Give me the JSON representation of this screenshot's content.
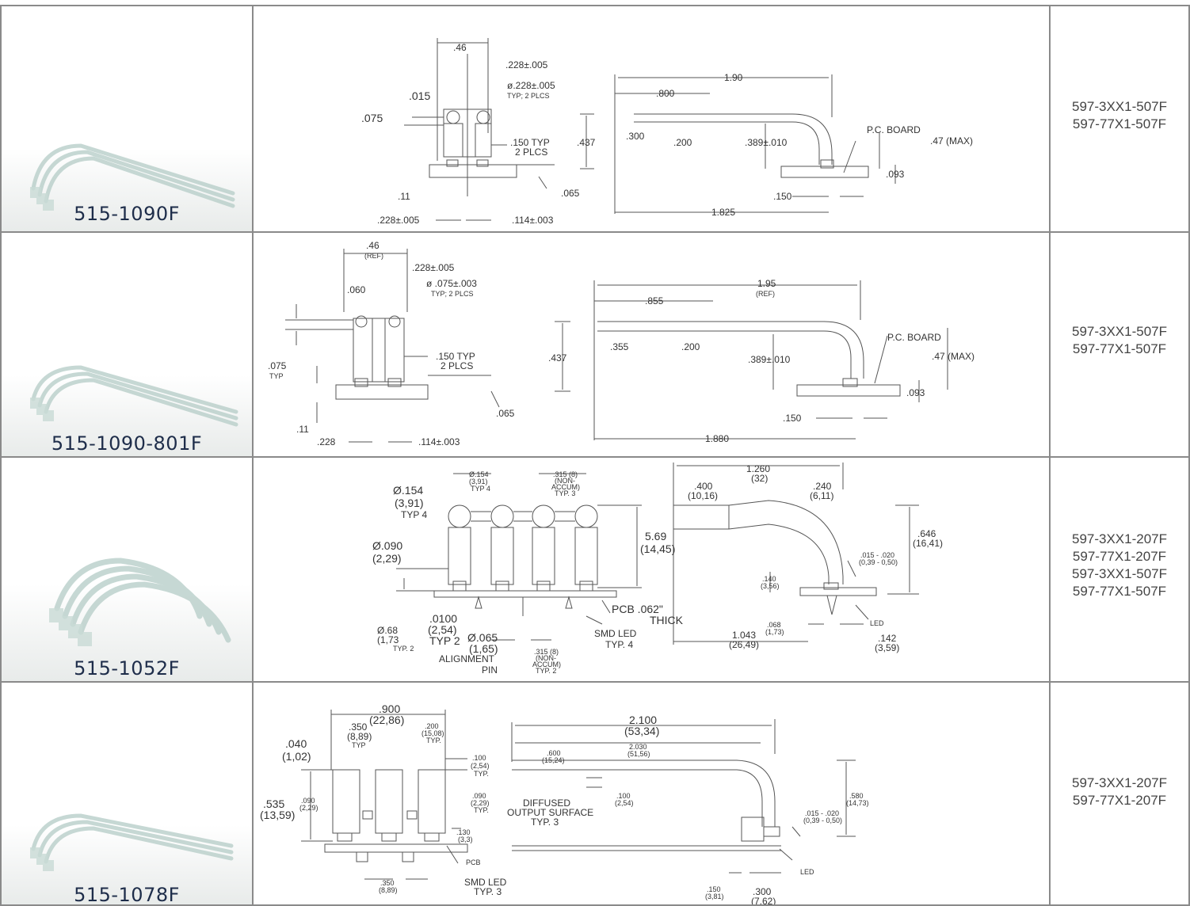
{
  "rows": [
    {
      "part": "515-1090F",
      "mounts": [
        "597-3XX1-507F",
        "597-77X1-507F"
      ],
      "dims": {
        "a": ".46",
        "b": ".228±.005",
        "c": ".015",
        "d": "ø.228±.005",
        "e": "TYP; 2 PLCS",
        "f": ".075",
        "g": ".150 TYP",
        "h": "2 PLCS",
        "i": ".11",
        "j": ".065",
        "k": ".228±.005",
        "l": ".114±.003",
        "m": "1.90",
        "n": ".800",
        "o": ".437",
        "p": ".300",
        "q": ".200",
        "r": ".389±.010",
        "s": "P.C. BOARD",
        "t": ".47 (MAX)",
        "u": ".093",
        "v": ".150",
        "w": "1.825"
      }
    },
    {
      "part": "515-1090-801F",
      "mounts": [
        "597-3XX1-507F",
        "597-77X1-507F"
      ],
      "dims": {
        "a": ".46",
        "a2": "(REF)",
        "b": ".228±.005",
        "c": ".060",
        "d": "ø .075±.003",
        "e": "TYP; 2 PLCS",
        "f": ".075",
        "f2": "TYP",
        "g": ".150 TYP",
        "h": "2 PLCS",
        "i": ".11",
        "j": ".065",
        "k": ".228",
        "l": ".114±.003",
        "m": "1.95",
        "m2": "(REF)",
        "n": ".855",
        "o": ".437",
        "p": ".355",
        "q": ".200",
        "r": ".389±.010",
        "s": "P.C. BOARD",
        "t": ".47 (MAX)",
        "u": ".093",
        "v": ".150",
        "w": "1.880"
      }
    },
    {
      "part": "515-1052F",
      "mounts": [
        "597-3XX1-207F",
        "597-77X1-207F",
        "597-3XX1-507F",
        "597-77X1-507F"
      ],
      "dims": {
        "a": "Ø.154",
        "a2": "(3,91)",
        "a3": "TYP 4",
        "b": "Ø.154",
        "b2": "(3,91)",
        "b3": "TYP 4",
        "c": ".315 (8)",
        "c2": "(NON-",
        "c3": "ACCUM)",
        "c4": "TYP. 3",
        "d": "Ø.090",
        "d2": "(2,29)",
        "e": "5.69",
        "e2": "(14,45)",
        "f": "PCB .062\"",
        "f2": "THICK",
        "g": "Ø.68",
        "g2": "(1,73",
        "g3": "TYP. 2",
        "h": ".0100",
        "h2": "(2,54)",
        "h3": "TYP 2",
        "i": "Ø.065",
        "i2": "(1,65)",
        "j": "ALIGNMENT",
        "j2": "PIN",
        "k": ".315 (8)",
        "k2": "(NON-",
        "k3": "ACCUM)",
        "k4": "TYP. 2",
        "l": "SMD LED",
        "l2": "TYP. 4",
        "m": "1.260",
        "m2": "(32)",
        "n": ".400",
        "n2": "(10,16)",
        "o": ".240",
        "o2": "(6,11)",
        "p": ".646",
        "p2": "(16,41)",
        "q": ".015 - .020",
        "q2": "(0,39 - 0,50)",
        "r": ".140",
        "r2": "(3,56)",
        "s": ".068",
        "s2": "(1,73)",
        "t": "LED",
        "u": "1.043",
        "u2": "(26,49)",
        "v": ".142",
        "v2": "(3,59)"
      }
    },
    {
      "part": "515-1078F",
      "mounts": [
        "597-3XX1-207F",
        "597-77X1-207F"
      ],
      "dims": {
        "a": ".900",
        "a2": "(22,86)",
        "b": ".350",
        "b2": "(8,89)",
        "b3": "TYP",
        "c": ".200",
        "c2": "(15,08)",
        "c3": "TYP.",
        "d": ".040",
        "d2": "(1,02)",
        "e": ".100",
        "e2": "(2,54)",
        "e3": "TYP.",
        "f": ".535",
        "f2": "(13,59)",
        "g": ".090",
        "g2": "(2,29)",
        "h": ".090",
        "h2": "(2,29)",
        "h3": "TYP.",
        "i": ".130",
        "i2": "(3,3)",
        "j": "PCB",
        "k": "SMD LED",
        "k2": "TYP. 3",
        "l": ".350",
        "l2": "(8,89)",
        "m": "2.100",
        "m2": "(53,34)",
        "n": "2.030",
        "n2": "(51,56)",
        "o": ".600",
        "o2": "(15,24)",
        "p": "DIFFUSED",
        "p2": "OUTPUT SURFACE",
        "p3": "TYP. 3",
        "q": ".100",
        "q2": "(2,54)",
        "r": ".580",
        "r2": "(14,73)",
        "s": ".015 - .020",
        "s2": "(0,39 - 0,50)",
        "t": "LED",
        "u": ".150",
        "u2": "(3,81)",
        "v": ".300",
        "v2": "(7,62)"
      }
    }
  ]
}
